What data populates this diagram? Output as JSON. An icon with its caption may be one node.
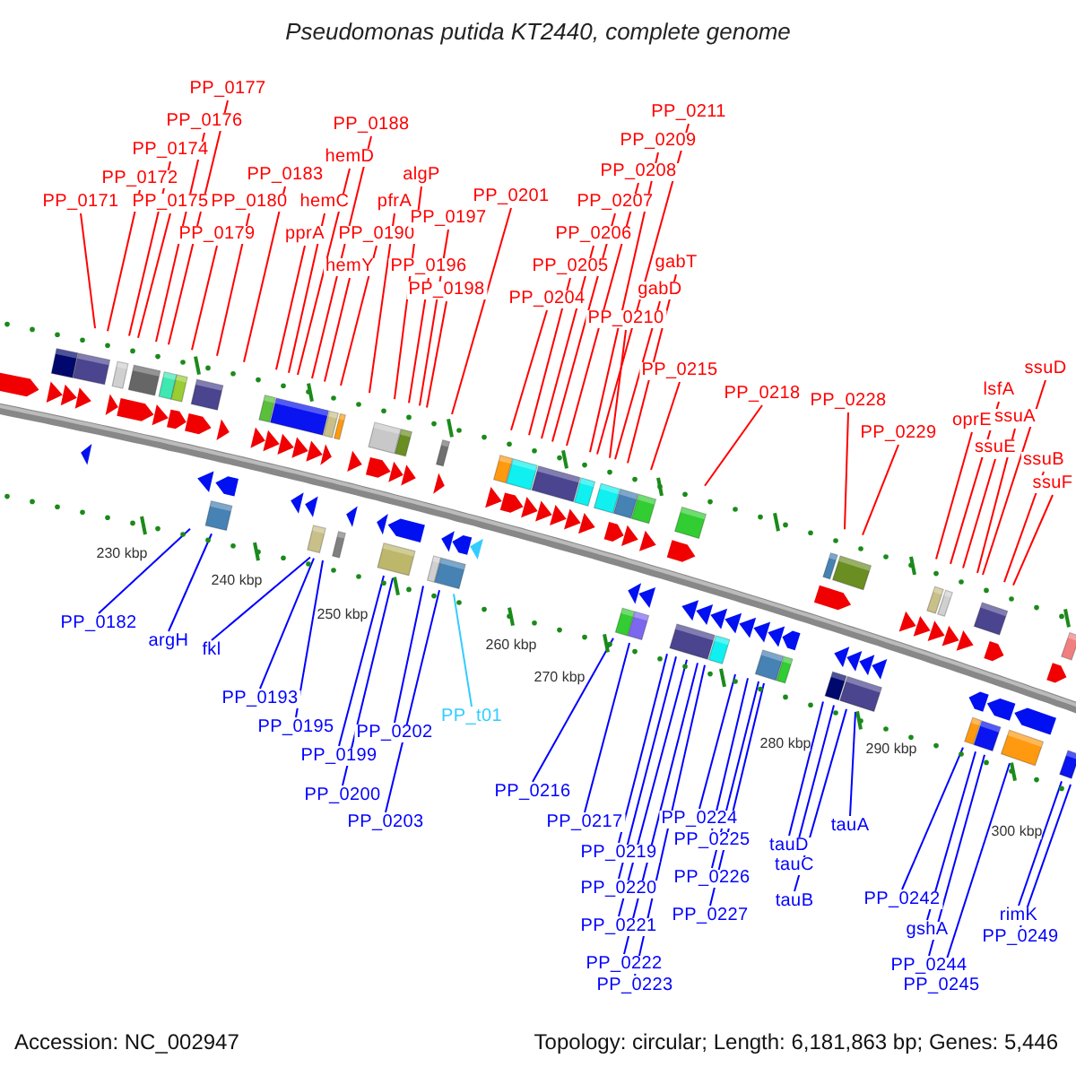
{
  "diagram": {
    "title": "Pseudomonas putida KT2440, complete genome",
    "nodes": [
      {
        "text": [
          "PP_0171"
        ]
      },
      {
        "text": [
          "PP_0172"
        ]
      },
      {
        "text": [
          "PP_0174"
        ]
      },
      {
        "text": [
          "PP_0175"
        ]
      },
      {
        "text": [
          "PP_0176"
        ]
      },
      {
        "text": [
          "PP_0177"
        ]
      },
      {
        "text": [
          "PP_0179"
        ]
      },
      {
        "text": [
          "PP_0180"
        ]
      },
      {
        "text": [
          "PP_0183"
        ]
      },
      {
        "text": [
          "pprA"
        ]
      },
      {
        "text": [
          "hemC"
        ]
      },
      {
        "text": [
          "hemD"
        ]
      },
      {
        "text": [
          "PP_0188"
        ]
      },
      {
        "text": [
          "hemY"
        ]
      },
      {
        "text": [
          "PP_0190"
        ]
      },
      {
        "text": [
          "pfrA"
        ]
      },
      {
        "text": [
          "algP"
        ]
      },
      {
        "text": [
          "PP_0196"
        ]
      },
      {
        "text": [
          "PP_0197"
        ]
      },
      {
        "text": [
          "PP_0198"
        ]
      },
      {
        "text": [
          "PP_0201"
        ]
      },
      {
        "text": [
          "PP_0204"
        ]
      },
      {
        "text": [
          "PP_0205"
        ]
      },
      {
        "text": [
          "PP_0206"
        ]
      },
      {
        "text": [
          "PP_0207"
        ]
      },
      {
        "text": [
          "PP_0208"
        ]
      },
      {
        "text": [
          "PP_0209"
        ]
      },
      {
        "text": [
          "PP_0211"
        ]
      },
      {
        "text": [
          "PP_0210"
        ]
      },
      {
        "text": [
          "gabD"
        ]
      },
      {
        "text": [
          "gabT"
        ]
      },
      {
        "text": [
          "PP_0215"
        ]
      },
      {
        "text": [
          "PP_0218"
        ]
      },
      {
        "text": [
          "PP_0228"
        ]
      },
      {
        "text": [
          "PP_0229"
        ]
      },
      {
        "text": [
          "oprE"
        ]
      },
      {
        "text": [
          "lsfA"
        ]
      },
      {
        "text": [
          "ssuE"
        ]
      },
      {
        "text": [
          "ssuA"
        ]
      },
      {
        "text": [
          "ssuD"
        ]
      },
      {
        "text": [
          "ssuB"
        ]
      },
      {
        "text": [
          "ssuF"
        ]
      },
      {
        "text": [
          "PP_0182"
        ]
      },
      {
        "text": [
          "argH"
        ]
      },
      {
        "text": [
          "fkl"
        ]
      },
      {
        "text": [
          "PP_0193"
        ]
      },
      {
        "text": [
          "PP_0195"
        ]
      },
      {
        "text": [
          "PP_0199"
        ]
      },
      {
        "text": [
          "PP_0200"
        ]
      },
      {
        "text": [
          "PP_0202"
        ]
      },
      {
        "text": [
          "PP_0203"
        ]
      },
      {
        "text": [
          "PP_t01"
        ]
      },
      {
        "text": [
          "PP_0216"
        ]
      },
      {
        "text": [
          "PP_0217"
        ]
      },
      {
        "text": [
          "PP_0219"
        ]
      },
      {
        "text": [
          "PP_0220"
        ]
      },
      {
        "text": [
          "PP_0221"
        ]
      },
      {
        "text": [
          "PP_0222"
        ]
      },
      {
        "text": [
          "PP_0223"
        ]
      },
      {
        "text": [
          "PP_0224"
        ]
      },
      {
        "text": [
          "PP_0225"
        ]
      },
      {
        "text": [
          "PP_0226"
        ]
      },
      {
        "text": [
          "PP_0227"
        ]
      },
      {
        "text": [
          "tauD"
        ]
      },
      {
        "text": [
          "tauC"
        ]
      },
      {
        "text": [
          "tauB"
        ]
      },
      {
        "text": [
          "tauA"
        ]
      },
      {
        "text": [
          "PP_0242"
        ]
      },
      {
        "text": [
          "gshA"
        ]
      },
      {
        "text": [
          "PP_0244"
        ]
      },
      {
        "text": [
          "PP_0245"
        ]
      },
      {
        "text": [
          "rimK"
        ]
      },
      {
        "text": [
          "PP_0249"
        ]
      }
    ],
    "edges": [
      {
        "from": 0,
        "to": null,
        "arrow": "none",
        "color": "#ff0000"
      },
      {
        "from": 1,
        "to": null,
        "arrow": "none",
        "color": "#ff0000"
      },
      {
        "from": 2,
        "to": null,
        "arrow": "none",
        "color": "#ff0000"
      },
      {
        "from": 3,
        "to": null,
        "arrow": "none",
        "color": "#ff0000"
      },
      {
        "from": 4,
        "to": null,
        "arrow": "none",
        "color": "#ff0000"
      },
      {
        "from": 5,
        "to": null,
        "arrow": "none",
        "color": "#ff0000"
      },
      {
        "from": 6,
        "to": null,
        "arrow": "none",
        "color": "#ff0000"
      },
      {
        "from": 7,
        "to": null,
        "arrow": "none",
        "color": "#ff0000"
      },
      {
        "from": 8,
        "to": null,
        "arrow": "none",
        "color": "#ff0000"
      },
      {
        "from": 9,
        "to": null,
        "arrow": "none",
        "color": "#ff0000"
      },
      {
        "from": 10,
        "to": null,
        "arrow": "none",
        "color": "#ff0000"
      },
      {
        "from": 11,
        "to": null,
        "arrow": "none",
        "color": "#ff0000"
      },
      {
        "from": 12,
        "to": null,
        "arrow": "none",
        "color": "#ff0000"
      },
      {
        "from": 13,
        "to": null,
        "arrow": "none",
        "color": "#ff0000"
      },
      {
        "from": 14,
        "to": null,
        "arrow": "none",
        "color": "#ff0000"
      },
      {
        "from": 15,
        "to": null,
        "arrow": "none",
        "color": "#ff0000"
      },
      {
        "from": 16,
        "to": null,
        "arrow": "none",
        "color": "#ff0000"
      },
      {
        "from": 17,
        "to": null,
        "arrow": "none",
        "color": "#ff0000"
      },
      {
        "from": 18,
        "to": null,
        "arrow": "none",
        "color": "#ff0000"
      },
      {
        "from": 19,
        "to": null,
        "arrow": "none",
        "color": "#ff0000"
      },
      {
        "from": 20,
        "to": null,
        "arrow": "none",
        "color": "#ff0000"
      },
      {
        "from": 21,
        "to": null,
        "arrow": "none",
        "color": "#ff0000"
      },
      {
        "from": 22,
        "to": null,
        "arrow": "none",
        "color": "#ff0000"
      },
      {
        "from": 23,
        "to": null,
        "arrow": "none",
        "color": "#ff0000"
      },
      {
        "from": 24,
        "to": null,
        "arrow": "none",
        "color": "#ff0000"
      },
      {
        "from": 25,
        "to": null,
        "arrow": "none",
        "color": "#ff0000"
      },
      {
        "from": 26,
        "to": null,
        "arrow": "none",
        "color": "#ff0000"
      },
      {
        "from": 27,
        "to": null,
        "arrow": "none",
        "color": "#ff0000"
      },
      {
        "from": 28,
        "to": null,
        "arrow": "none",
        "color": "#ff0000"
      },
      {
        "from": 29,
        "to": null,
        "arrow": "none",
        "color": "#ff0000"
      },
      {
        "from": 30,
        "to": null,
        "arrow": "none",
        "color": "#ff0000"
      },
      {
        "from": 31,
        "to": null,
        "arrow": "none",
        "color": "#ff0000"
      },
      {
        "from": 32,
        "to": null,
        "arrow": "none",
        "color": "#ff0000"
      },
      {
        "from": 33,
        "to": null,
        "arrow": "none",
        "color": "#ff0000"
      },
      {
        "from": 34,
        "to": null,
        "arrow": "none",
        "color": "#ff0000"
      },
      {
        "from": 35,
        "to": null,
        "arrow": "none",
        "color": "#ff0000"
      },
      {
        "from": 36,
        "to": null,
        "arrow": "none",
        "color": "#ff0000"
      },
      {
        "from": 37,
        "to": null,
        "arrow": "none",
        "color": "#ff0000"
      },
      {
        "from": 38,
        "to": null,
        "arrow": "none",
        "color": "#ff0000"
      },
      {
        "from": 39,
        "to": null,
        "arrow": "none",
        "color": "#ff0000"
      },
      {
        "from": 40,
        "to": null,
        "arrow": "none",
        "color": "#ff0000"
      },
      {
        "from": 41,
        "to": null,
        "arrow": "none",
        "color": "#ff0000"
      },
      {
        "from": 42,
        "to": null,
        "arrow": "none",
        "color": "#0000ff"
      },
      {
        "from": 43,
        "to": null,
        "arrow": "none",
        "color": "#0000ff"
      },
      {
        "from": 44,
        "to": null,
        "arrow": "none",
        "color": "#0000ff"
      },
      {
        "from": 45,
        "to": null,
        "arrow": "none",
        "color": "#0000ff"
      },
      {
        "from": 46,
        "to": null,
        "arrow": "none",
        "color": "#0000ff"
      },
      {
        "from": 47,
        "to": null,
        "arrow": "none",
        "color": "#0000ff"
      },
      {
        "from": 48,
        "to": null,
        "arrow": "none",
        "color": "#0000ff"
      },
      {
        "from": 49,
        "to": null,
        "arrow": "none",
        "color": "#0000ff"
      },
      {
        "from": 50,
        "to": null,
        "arrow": "none",
        "color": "#0000ff"
      },
      {
        "from": 51,
        "to": null,
        "arrow": "none",
        "color": "#33ccff"
      },
      {
        "from": 52,
        "to": null,
        "arrow": "none",
        "color": "#0000ff"
      },
      {
        "from": 53,
        "to": null,
        "arrow": "none",
        "color": "#0000ff"
      },
      {
        "from": 54,
        "to": null,
        "arrow": "none",
        "color": "#0000ff"
      },
      {
        "from": 55,
        "to": null,
        "arrow": "none",
        "color": "#0000ff"
      },
      {
        "from": 56,
        "to": null,
        "arrow": "none",
        "color": "#0000ff"
      },
      {
        "from": 57,
        "to": null,
        "arrow": "none",
        "color": "#0000ff"
      },
      {
        "from": 58,
        "to": null,
        "arrow": "none",
        "color": "#0000ff"
      },
      {
        "from": 59,
        "to": null,
        "arrow": "none",
        "color": "#0000ff"
      },
      {
        "from": 60,
        "to": null,
        "arrow": "none",
        "color": "#0000ff"
      },
      {
        "from": 61,
        "to": null,
        "arrow": "none",
        "color": "#0000ff"
      },
      {
        "from": 62,
        "to": null,
        "arrow": "none",
        "color": "#0000ff"
      },
      {
        "from": 63,
        "to": null,
        "arrow": "none",
        "color": "#0000ff"
      },
      {
        "from": 64,
        "to": null,
        "arrow": "none",
        "color": "#0000ff"
      },
      {
        "from": 65,
        "to": null,
        "arrow": "none",
        "color": "#0000ff"
      },
      {
        "from": 66,
        "to": null,
        "arrow": "none",
        "color": "#0000ff"
      },
      {
        "from": 67,
        "to": null,
        "arrow": "none",
        "color": "#0000ff"
      },
      {
        "from": 68,
        "to": null,
        "arrow": "none",
        "color": "#0000ff"
      },
      {
        "from": 69,
        "to": null,
        "arrow": "none",
        "color": "#0000ff"
      },
      {
        "from": 70,
        "to": null,
        "arrow": "none",
        "color": "#0000ff"
      },
      {
        "from": 71,
        "to": null,
        "arrow": "none",
        "color": "#0000ff"
      },
      {
        "from": 72,
        "to": null,
        "arrow": "none",
        "color": "#0000ff"
      }
    ],
    "labels": [
      "230 kbp",
      "240 kbp",
      "250 kbp",
      "260 kbp",
      "270 kbp",
      "280 kbp",
      "290 kbp",
      "300 kbp",
      "Accession: NC_002947",
      "Topology: circular; Length: 6,181,863 bp; Genes: 5,446"
    ]
  }
}
